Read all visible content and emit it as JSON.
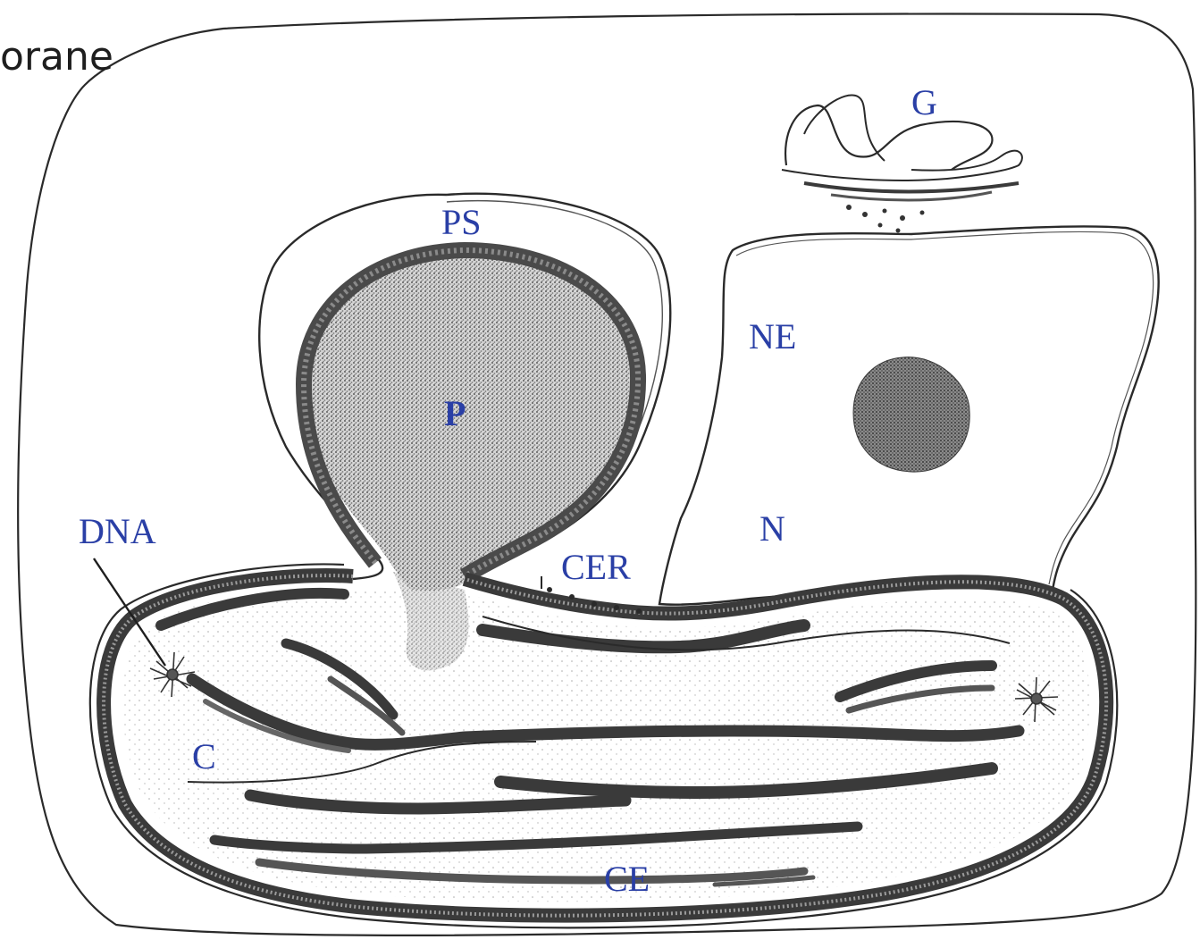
{
  "colors": {
    "label": "#2a3fa6",
    "ink": "#1e1e1e",
    "membrane_dark": "#4a4a4a",
    "thylakoid": "#3c3c3c",
    "stipple": "#8a8a8a",
    "background": "#ffffff"
  },
  "corner_text": "orane",
  "labels": {
    "g": "G",
    "ps": "PS",
    "ne": "NE",
    "p": "P",
    "dna": "DNA",
    "n": "N",
    "cer": "CER",
    "c": "C",
    "ce": "CE"
  }
}
